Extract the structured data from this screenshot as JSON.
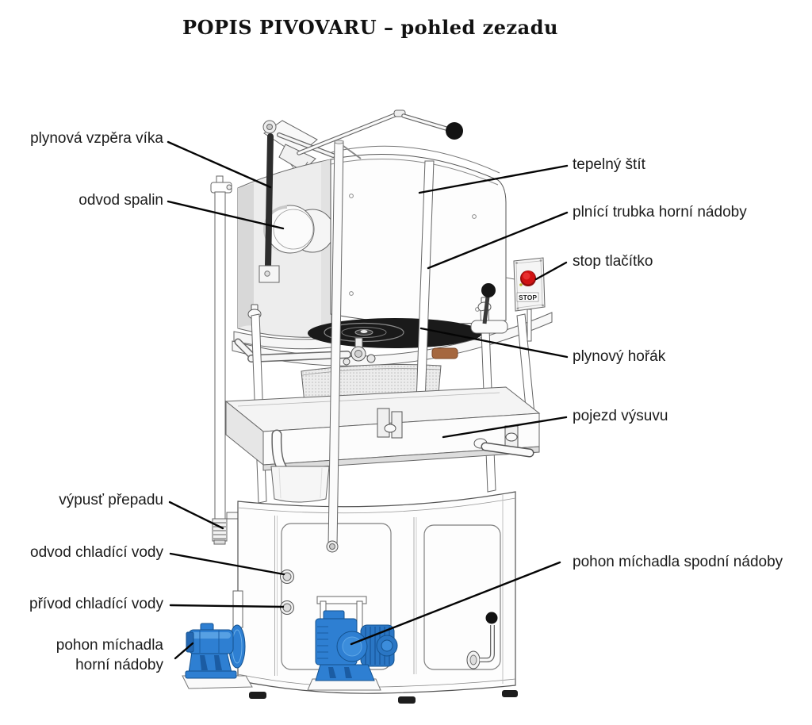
{
  "title": "POPIS PIVOVARU – pohled zezadu",
  "stop_button": {
    "label": "STOP"
  },
  "labels_left": [
    {
      "text": "plynová vzpěra víka"
    },
    {
      "text": "odvod spalin"
    },
    {
      "text": "výpusť přepadu"
    },
    {
      "text": "odvod chladící vody"
    },
    {
      "text": "přívod chladící vody"
    },
    {
      "text": "pohon míchadla horní nádoby",
      "line1": "pohon míchadla",
      "line2": "horní nádoby"
    }
  ],
  "labels_right": [
    {
      "text": "tepelný štít"
    },
    {
      "text": "plnící trubka horní nádoby"
    },
    {
      "text": "stop tlačítko"
    },
    {
      "text": "plynový hořák"
    },
    {
      "text": "pojezd výsuvu"
    },
    {
      "text": "pohon míchadla spodní nádoby"
    }
  ],
  "colors": {
    "line_art": "#5a5a5a",
    "leader_line": "#050505",
    "motor_blue": "#2e7fd2",
    "motor_blue_dark": "#14528f",
    "stop_red": "#cf1212",
    "burner_black": "#1a1a1a",
    "copper_part": "#a5673f"
  }
}
